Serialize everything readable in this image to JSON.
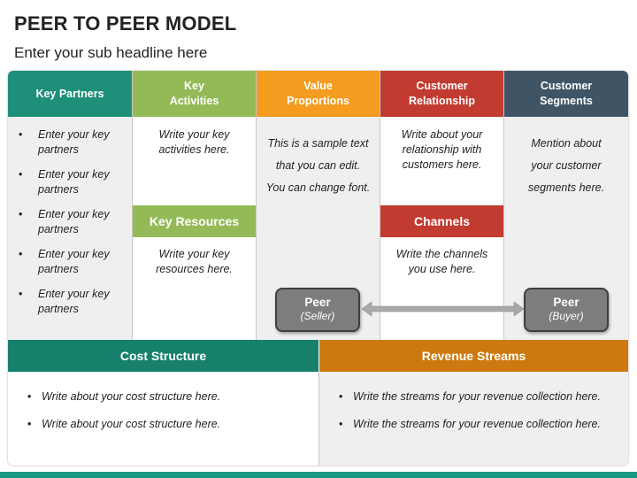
{
  "title": "PEER TO PEER MODEL",
  "subtitle": "Enter your sub headline here",
  "colors": {
    "teal": "#1e8f79",
    "green": "#94ba57",
    "orange": "#f39c1f",
    "red": "#c23b30",
    "slate": "#3f5566",
    "cost": "#17806b",
    "revenue": "#cc7a10",
    "peer_box": "#7d7d7d",
    "arrow": "#a9a9a9"
  },
  "key_partners": {
    "header": "Key Partners",
    "items": [
      "Enter your key partners",
      "Enter your key partners",
      "Enter your key partners",
      "Enter your key partners",
      "Enter your key partners"
    ]
  },
  "key_activities": {
    "header": "Key\nActivities",
    "text": "Write your key activities here."
  },
  "key_resources": {
    "header": "Key Resources",
    "text": "Write your key resources here."
  },
  "value_propositions": {
    "header": "Value\nProportions",
    "lines": [
      "This is a sample text",
      "that you can edit.",
      "You can change font."
    ]
  },
  "customer_relationship": {
    "header": "Customer\nRelationship",
    "text": "Write about your relationship with customers here."
  },
  "channels": {
    "header": "Channels",
    "text": "Write the channels you use here."
  },
  "customer_segments": {
    "header": "Customer\nSegments",
    "lines": [
      "Mention about",
      "your customer",
      "segments here."
    ]
  },
  "peers": {
    "seller": {
      "label": "Peer",
      "role": "(Seller)"
    },
    "buyer": {
      "label": "Peer",
      "role": "(Buyer)"
    }
  },
  "cost_structure": {
    "header": "Cost Structure",
    "items": [
      "Write about your cost structure here.",
      "Write about your cost structure here."
    ]
  },
  "revenue_streams": {
    "header": "Revenue Streams",
    "items": [
      "Write the streams for your revenue collection here.",
      "Write the streams for your revenue collection here."
    ]
  }
}
